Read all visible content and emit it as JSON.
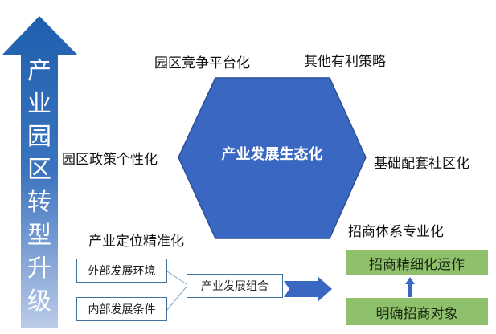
{
  "main_arrow": {
    "text": [
      "产",
      "业",
      "园",
      "区",
      "转",
      "型",
      "升",
      "级"
    ]
  },
  "hexagon": {
    "label": "产业发展生态化"
  },
  "strategies": {
    "top_left": "园区竞争平台化",
    "top_right": "其他有利策略",
    "left": "园区政策个性化",
    "right": "基础配套社区化",
    "bottom_left": "产业定位精准化",
    "bottom_right": "招商体系专业化"
  },
  "flow": {
    "external": "外部发展环境",
    "internal": "内部发展条件",
    "combination": "产业发展组合",
    "refined": "招商精细化运作",
    "target": "明确招商对象"
  },
  "colors": {
    "blue": "#3a67c2",
    "green": "#8fc06b"
  }
}
